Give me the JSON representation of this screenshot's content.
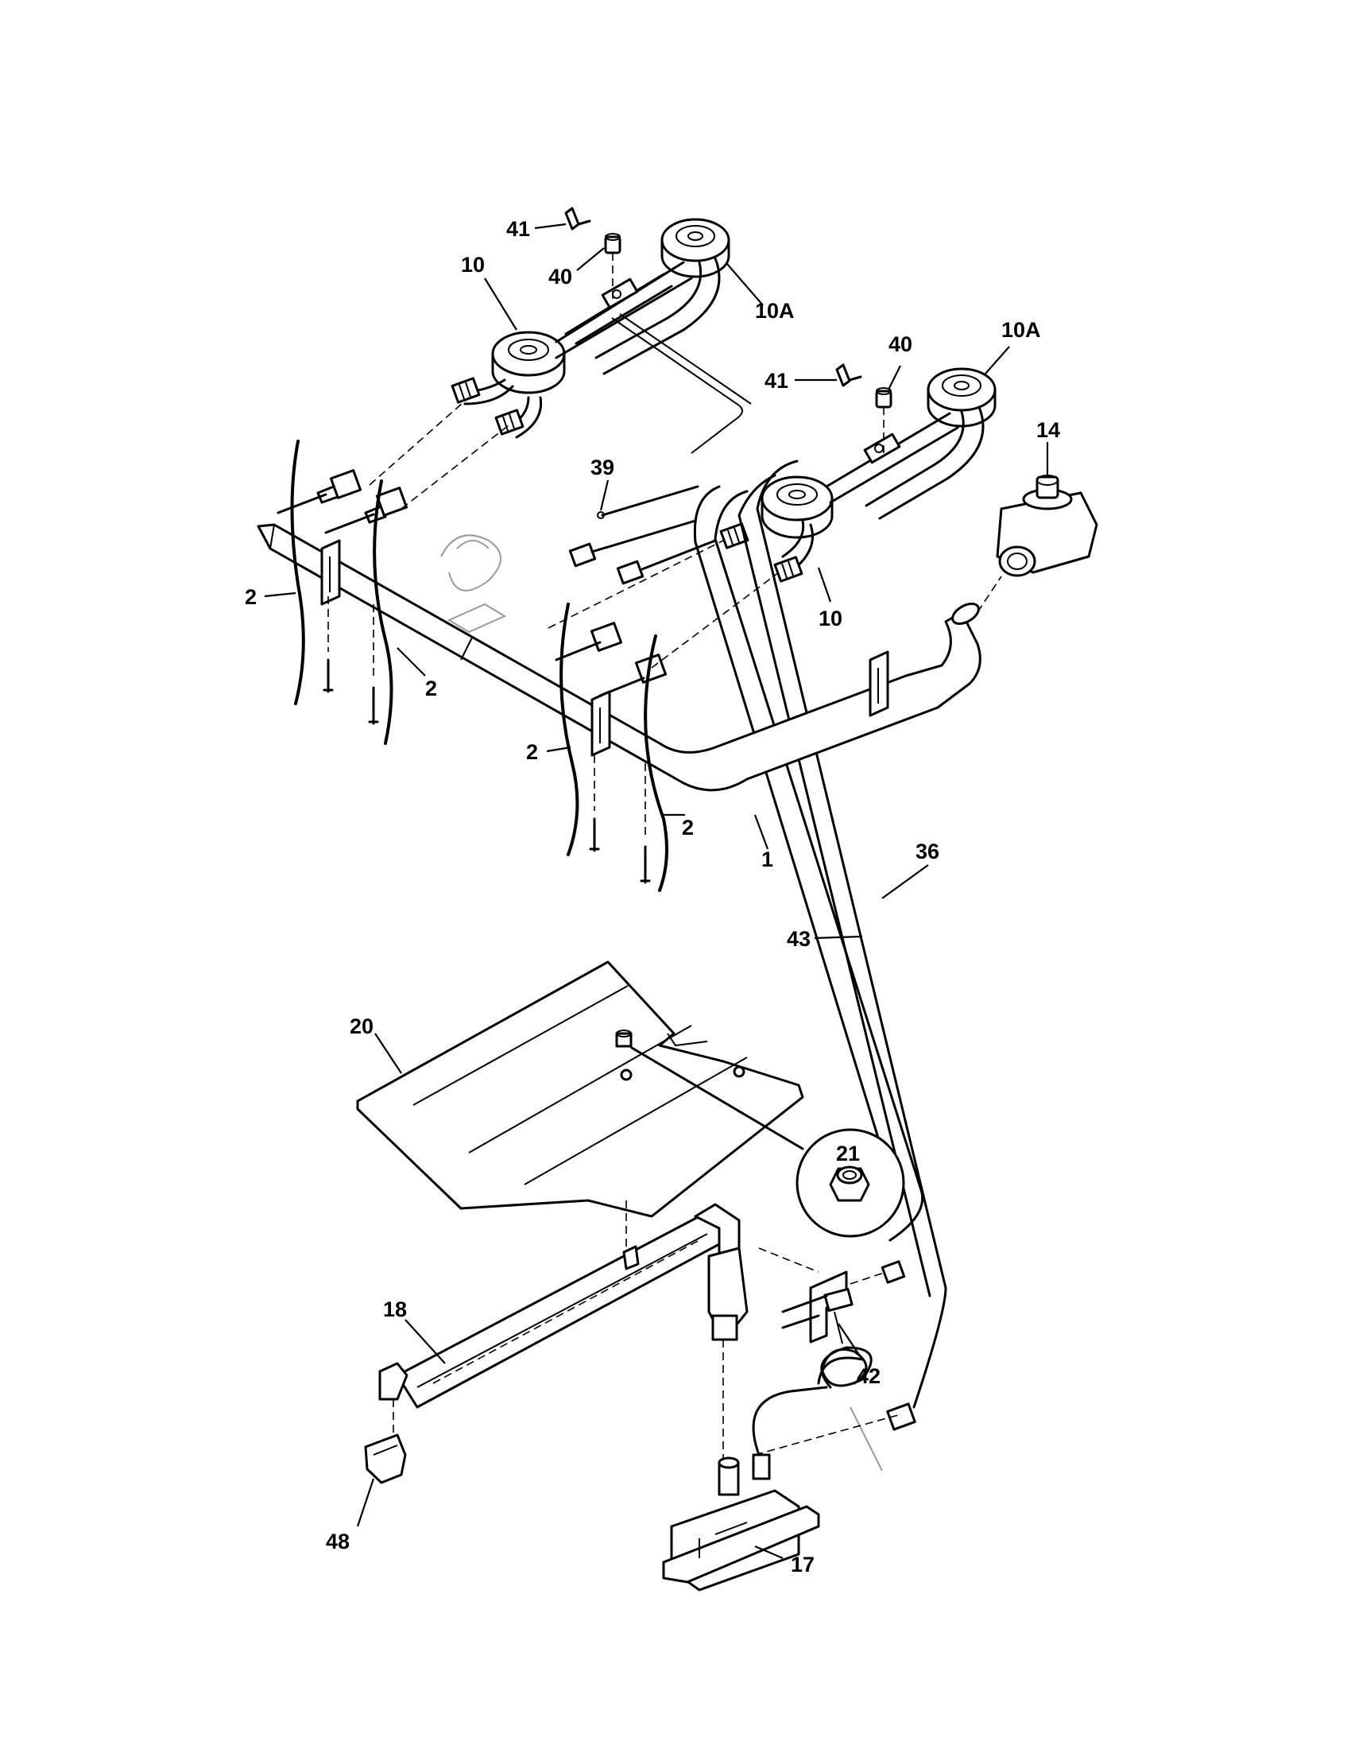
{
  "callouts": [
    {
      "id": "41a",
      "text": "41"
    },
    {
      "id": "40a",
      "text": "40"
    },
    {
      "id": "10a",
      "text": "10"
    },
    {
      "id": "10Aa",
      "text": "10A"
    },
    {
      "id": "40b",
      "text": "40"
    },
    {
      "id": "10Ab",
      "text": "10A"
    },
    {
      "id": "41b",
      "text": "41"
    },
    {
      "id": "14",
      "text": "14"
    },
    {
      "id": "39",
      "text": "39"
    },
    {
      "id": "2a",
      "text": "2"
    },
    {
      "id": "10b",
      "text": "10"
    },
    {
      "id": "2b",
      "text": "2"
    },
    {
      "id": "2c",
      "text": "2"
    },
    {
      "id": "2d",
      "text": "2"
    },
    {
      "id": "1",
      "text": "1"
    },
    {
      "id": "36",
      "text": "36"
    },
    {
      "id": "43",
      "text": "43"
    },
    {
      "id": "20",
      "text": "20"
    },
    {
      "id": "21",
      "text": "21"
    },
    {
      "id": "18",
      "text": "18"
    },
    {
      "id": "42",
      "text": "42"
    },
    {
      "id": "48",
      "text": "48"
    },
    {
      "id": "17",
      "text": "17"
    }
  ]
}
